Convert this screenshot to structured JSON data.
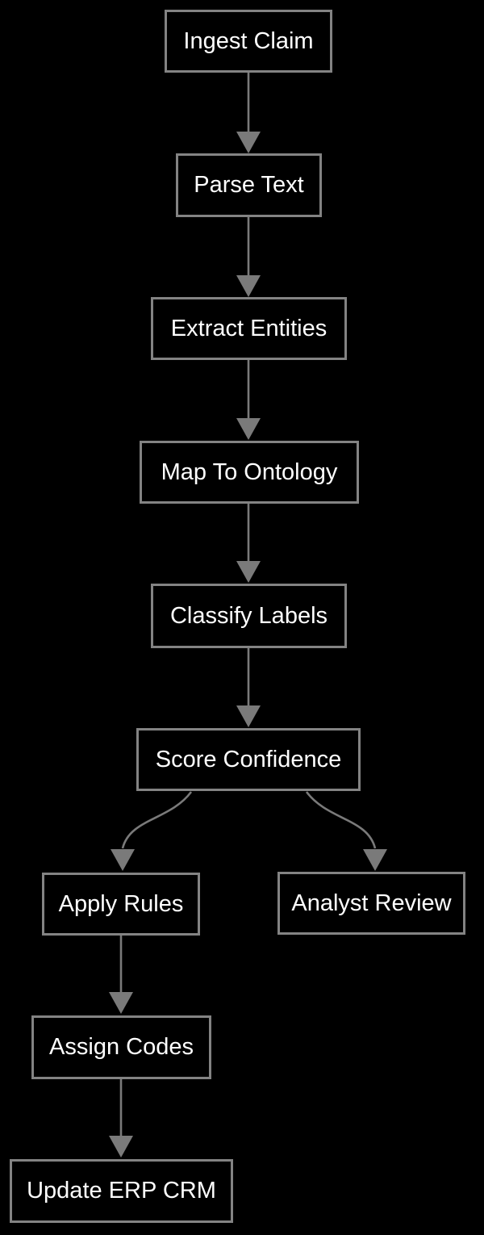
{
  "diagram": {
    "type": "flowchart",
    "direction": "top-down",
    "background_color": "#000000",
    "node_fill_color": "#000000",
    "node_border_color": "#838383",
    "edge_color": "#7a7a7a",
    "text_color": "#ffffff",
    "nodes": [
      {
        "id": "ingest-claim",
        "label": "Ingest Claim"
      },
      {
        "id": "parse-text",
        "label": "Parse Text"
      },
      {
        "id": "extract-entities",
        "label": "Extract Entities"
      },
      {
        "id": "map-to-ontology",
        "label": "Map To Ontology"
      },
      {
        "id": "classify-labels",
        "label": "Classify Labels"
      },
      {
        "id": "score-confidence",
        "label": "Score Confidence"
      },
      {
        "id": "apply-rules",
        "label": "Apply Rules"
      },
      {
        "id": "analyst-review",
        "label": "Analyst Review"
      },
      {
        "id": "assign-codes",
        "label": "Assign Codes"
      },
      {
        "id": "update-erp-crm",
        "label": "Update ERP CRM"
      }
    ],
    "edges": [
      {
        "from": "Ingest Claim",
        "to": "Parse Text"
      },
      {
        "from": "Parse Text",
        "to": "Extract Entities"
      },
      {
        "from": "Extract Entities",
        "to": "Map To Ontology"
      },
      {
        "from": "Map To Ontology",
        "to": "Classify Labels"
      },
      {
        "from": "Classify Labels",
        "to": "Score Confidence"
      },
      {
        "from": "Score Confidence",
        "to": "Apply Rules"
      },
      {
        "from": "Score Confidence",
        "to": "Analyst Review"
      },
      {
        "from": "Apply Rules",
        "to": "Assign Codes"
      },
      {
        "from": "Assign Codes",
        "to": "Update ERP CRM"
      }
    ]
  }
}
